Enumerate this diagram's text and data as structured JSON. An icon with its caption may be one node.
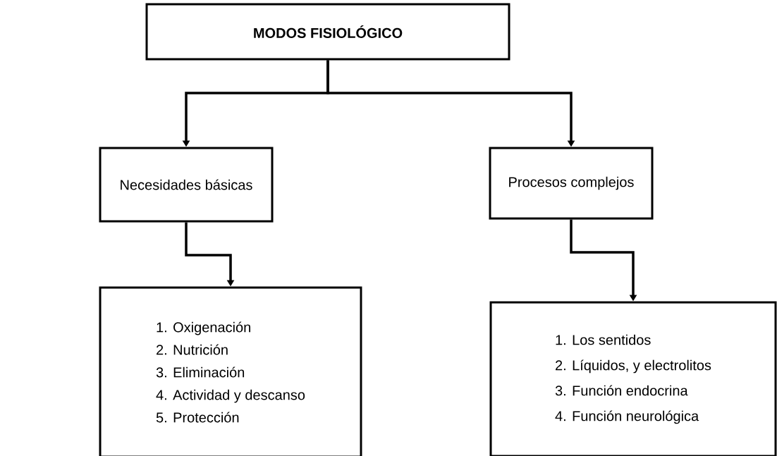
{
  "diagram": {
    "nodes": [
      {
        "text": [
          "MODOS FISIOLÓGICO"
        ]
      },
      {
        "text": [
          "Necesidades básicas"
        ]
      },
      {
        "text": [
          "Procesos complejos"
        ]
      },
      {
        "text": [
          "1. Oxigenación",
          "2. Nutrición",
          "3. Eliminación",
          "4. Actividad y descanso",
          "5. Protección"
        ]
      },
      {
        "text": [
          "1. Los sentidos",
          "2. Líquidos, y electrolitos",
          "3. Función endocrina",
          "4. Función neurológica"
        ]
      }
    ],
    "edges": [
      {
        "from": 0,
        "to": 1,
        "arrow": "to"
      },
      {
        "from": 0,
        "to": 2,
        "arrow": "to"
      },
      {
        "from": 1,
        "to": 3,
        "arrow": "to"
      },
      {
        "from": 2,
        "to": 4,
        "arrow": "to"
      }
    ]
  }
}
